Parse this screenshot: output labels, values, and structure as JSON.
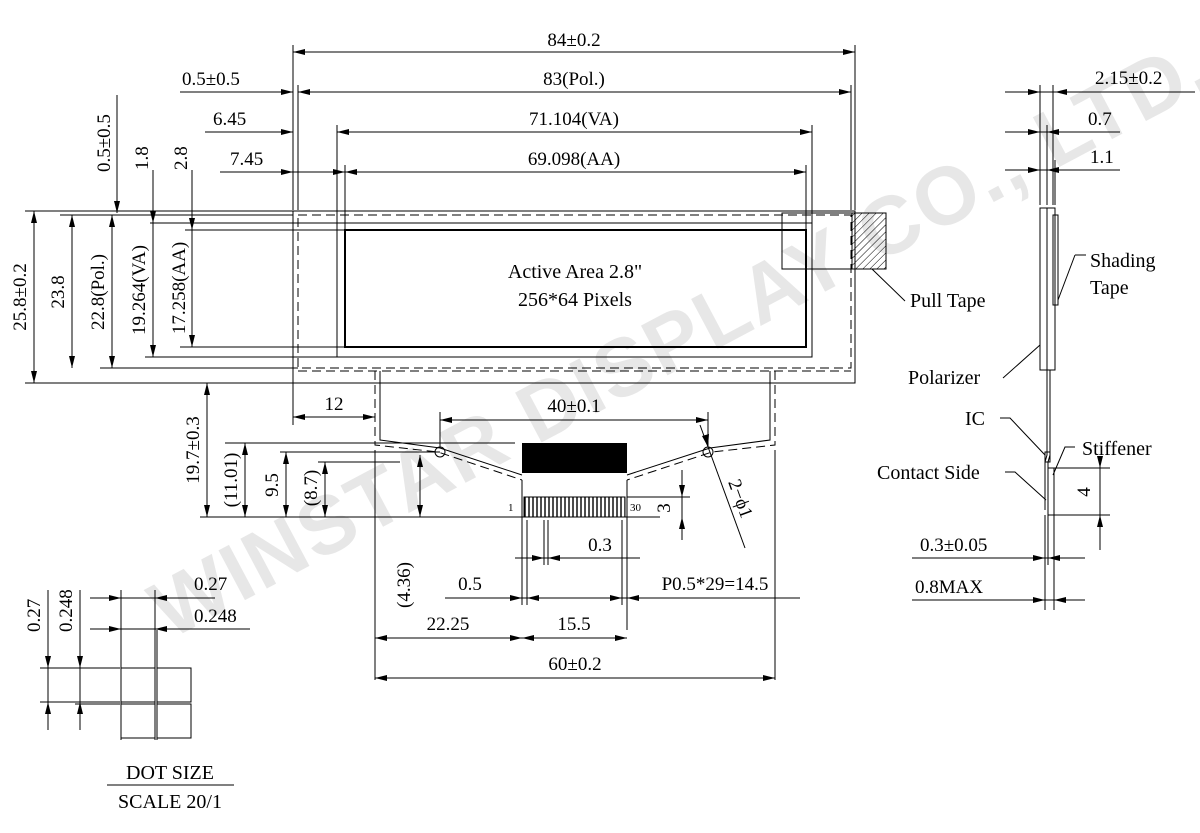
{
  "watermark": "WINSTAR DISPLAY CO., LTD.",
  "top_dims": {
    "overall_width": "84±0.2",
    "polarizer_width": "83(Pol.)",
    "pol_offset": "0.5±0.5",
    "va_offset": "6.45",
    "va_width": "71.104(VA)",
    "aa_offset": "7.45",
    "aa_width": "69.098(AA)"
  },
  "left_dims": {
    "pol_top_offset": "0.5±0.5",
    "va_top_offset": "1.8",
    "aa_top_offset": "2.8",
    "overall_height": "25.8±0.2",
    "glass_height": "23.8",
    "pol_height": "22.8(Pol.)",
    "va_height": "19.264(VA)",
    "aa_height": "17.258(AA)"
  },
  "panel": {
    "active_area_line1": "Active Area 2.8\"",
    "active_area_line2": "256*64 Pixels",
    "pull_tape_label": "Pull Tape"
  },
  "fpc_dims": {
    "fpc_offset": "12",
    "hole_pitch": "40±0.1",
    "fpc_length": "19.7±0.3",
    "dim_11_01": "(11.01)",
    "dim_9_5": "9.5",
    "dim_8_7": "(8.7)",
    "pin_height": "3",
    "hole_dia": "2−ϕ1",
    "pin1": "1",
    "pin30": "30",
    "pin_width": "0.3",
    "dim_4_36": "(4.36)",
    "pin_edge": "0.5",
    "pin_pitch": "P0.5*29=14.5",
    "left_offset": "22.25",
    "contact_width": "15.5",
    "fpc_width": "60±0.2"
  },
  "side_view": {
    "total_thickness": "2.15±0.2",
    "thk_0_7": "0.7",
    "thk_1_1": "1.1",
    "shading_tape_line1": "Shading",
    "shading_tape_line2": "Tape",
    "polarizer": "Polarizer",
    "ic": "IC",
    "stiffener": "Stiffener",
    "contact_side": "Contact Side",
    "stiffener_len": "4",
    "fpc_thk": "0.3±0.05",
    "max_thk": "0.8MAX"
  },
  "dot_size": {
    "dot_w": "0.27",
    "dot_w_inner": "0.248",
    "dot_h": "0.27",
    "dot_h_inner": "0.248",
    "title": "DOT SIZE",
    "scale": "SCALE 20/1"
  }
}
